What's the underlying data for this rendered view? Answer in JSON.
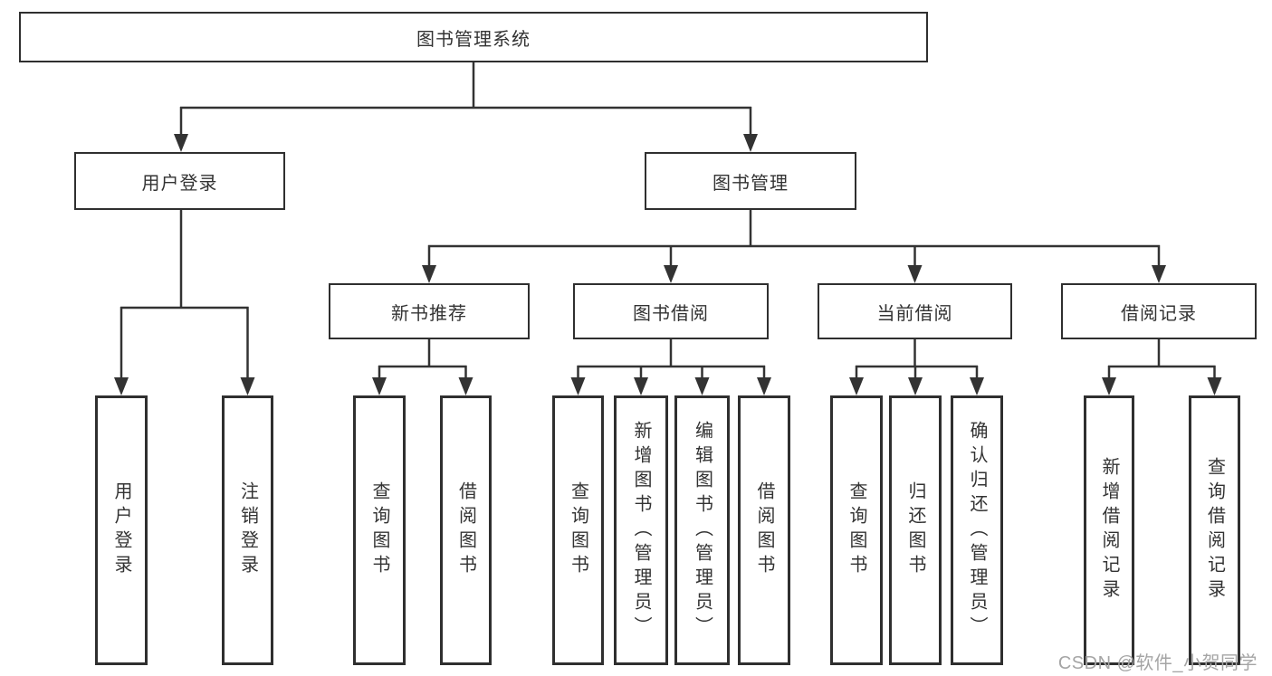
{
  "diagram": {
    "root": {
      "label": "图书管理系统"
    },
    "level2": {
      "user_login": {
        "label": "用户登录"
      },
      "book_mgmt": {
        "label": "图书管理"
      }
    },
    "level3": {
      "new_book_rec": {
        "label": "新书推荐"
      },
      "book_borrow": {
        "label": "图书借阅"
      },
      "current_borrow": {
        "label": "当前借阅"
      },
      "borrow_records": {
        "label": "借阅记录"
      }
    },
    "leaves": {
      "user_login_1": {
        "label": "用户登录"
      },
      "user_login_2": {
        "label": "注销登录"
      },
      "new_book_1": {
        "label": "查询图书"
      },
      "new_book_2": {
        "label": "借阅图书"
      },
      "book_borrow_1": {
        "label": "查询图书"
      },
      "book_borrow_2": {
        "label": "新增图书（管理员）"
      },
      "book_borrow_3": {
        "label": "编辑图书（管理员）"
      },
      "book_borrow_4": {
        "label": "借阅图书"
      },
      "current_borrow_1": {
        "label": "查询图书"
      },
      "current_borrow_2": {
        "label": "归还图书"
      },
      "current_borrow_3": {
        "label": "确认归还（管理员）"
      },
      "borrow_records_1": {
        "label": "新增借阅记录"
      },
      "borrow_records_2": {
        "label": "查询借阅记录"
      }
    }
  },
  "watermark": {
    "text": "CSDN @软件_小贺同学"
  },
  "colors": {
    "line": "#333333",
    "box_border": "#2f2f2f",
    "text": "#333333",
    "watermark": "#a5a5a5",
    "background": "#ffffff"
  }
}
